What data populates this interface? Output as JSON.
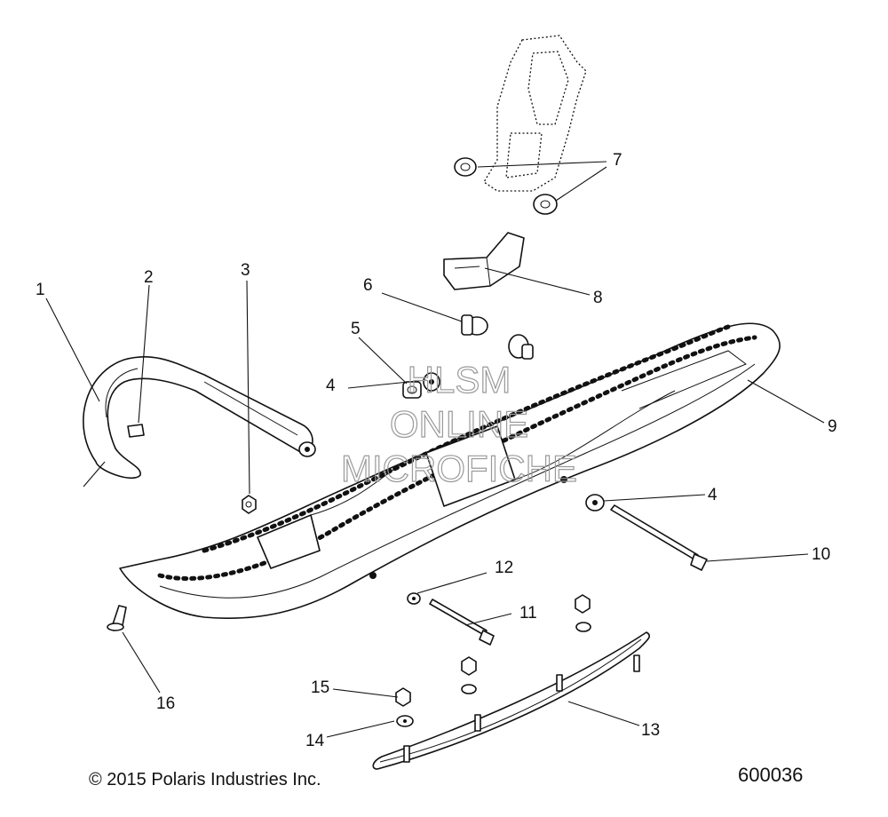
{
  "callouts": [
    {
      "id": "1",
      "label": "1"
    },
    {
      "id": "2",
      "label": "2"
    },
    {
      "id": "3",
      "label": "3"
    },
    {
      "id": "4a",
      "label": "4"
    },
    {
      "id": "4b",
      "label": "4"
    },
    {
      "id": "5",
      "label": "5"
    },
    {
      "id": "6",
      "label": "6"
    },
    {
      "id": "7",
      "label": "7"
    },
    {
      "id": "8",
      "label": "8"
    },
    {
      "id": "9",
      "label": "9"
    },
    {
      "id": "10",
      "label": "10"
    },
    {
      "id": "11",
      "label": "11"
    },
    {
      "id": "12",
      "label": "12"
    },
    {
      "id": "13",
      "label": "13"
    },
    {
      "id": "14",
      "label": "14"
    },
    {
      "id": "15",
      "label": "15"
    },
    {
      "id": "16",
      "label": "16"
    }
  ],
  "watermark": {
    "line1": "HLSM",
    "line2": "ONLINE",
    "line3": "MICROFICHE"
  },
  "footer": {
    "copyright": "© 2015 Polaris Industries Inc.",
    "diagram_number": "600036"
  }
}
